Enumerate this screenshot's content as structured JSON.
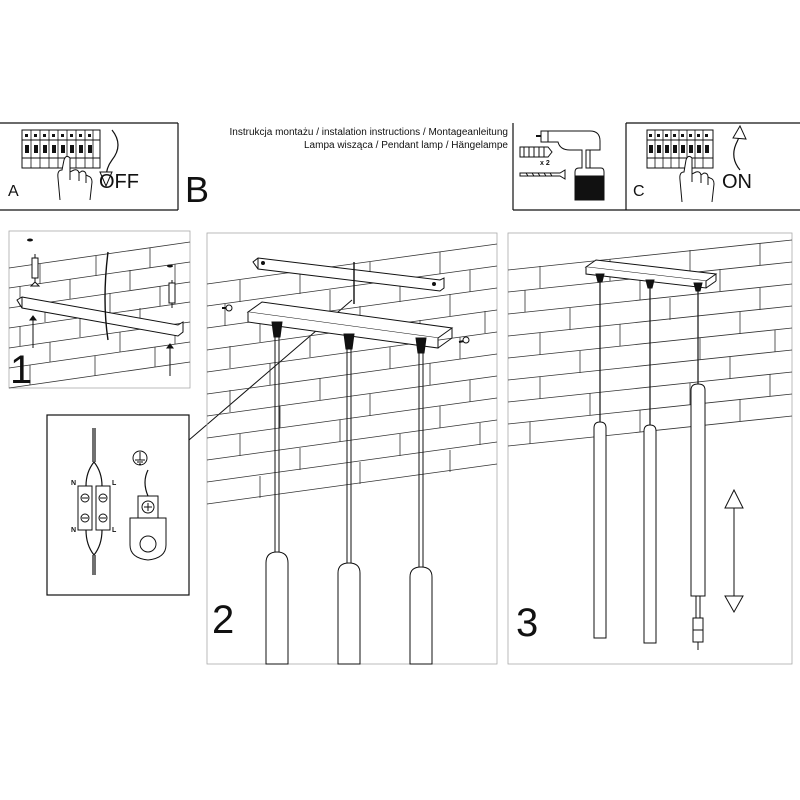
{
  "header": {
    "lines": [
      "Instrukcja montażu / instalation instructions / Montageanleitung",
      "Lampa wisząca / Pendant lamp / Hängelampe"
    ]
  },
  "panels": {
    "a": {
      "letter": "A",
      "state": "OFF"
    },
    "b": {
      "letter": "B"
    },
    "c": {
      "letter": "C",
      "state": "ON"
    }
  },
  "drill": {
    "quantity": "x 2"
  },
  "steps": {
    "one": "1",
    "two": "2",
    "three": "3"
  },
  "wiring": {
    "neutral": "N",
    "live": "L"
  },
  "colors": {
    "line": "#111111",
    "background": "#ffffff"
  },
  "icons": [
    "circuit-breaker-icon",
    "hand-icon",
    "curved-arrow-down-icon",
    "curved-arrow-up-icon",
    "drill-icon",
    "wall-plug-icon",
    "screw-icon",
    "ground-icon",
    "terminal-block-icon",
    "double-arrow-icon",
    "pendant-lamp-icon"
  ]
}
